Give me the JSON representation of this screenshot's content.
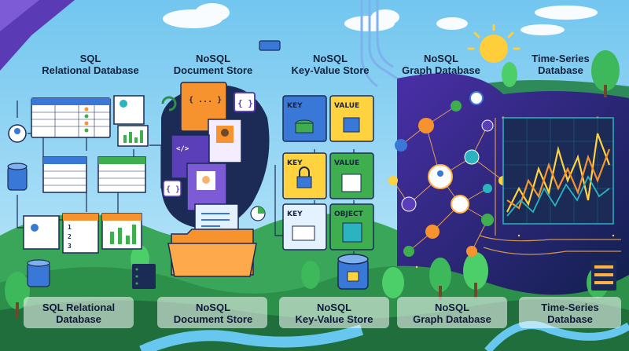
{
  "top_titles": {
    "sql": [
      "SQL",
      "Relational Database"
    ],
    "document": [
      "NoSQL",
      "Document Store"
    ],
    "keyvalue": [
      "NoSQL",
      "Key-Value Store"
    ],
    "graph": [
      "NoSQL",
      "Graph Database"
    ],
    "timeseries": [
      "Time-Series",
      "Database"
    ]
  },
  "bottom_titles": {
    "sql": [
      "SQL Relational",
      "Database"
    ],
    "document": [
      "NoSQL",
      "Document Store"
    ],
    "keyvalue": [
      "NoSQL",
      "Key-Value Store"
    ],
    "graph": [
      "NoSQL",
      "Graph Database"
    ],
    "timeseries": [
      "Time-Series",
      "Database"
    ]
  },
  "keyvalue_labels": {
    "key": "KEY",
    "value": "VALUE",
    "object": "OBJECT"
  },
  "document_glyphs": {
    "braces": "{ }",
    "code": "</>",
    "dots": "{ ... }"
  },
  "sql_row_numbers": [
    "1",
    "2",
    "3"
  ],
  "colors": {
    "sky": "#8fd3f4",
    "navy": "#1b2b55",
    "purple": "#5b3fb8",
    "orange": "#f7932f",
    "yellow": "#ffd23f",
    "green": "#3fae4f",
    "teal": "#2bb3c0",
    "blue": "#3a78d8"
  }
}
